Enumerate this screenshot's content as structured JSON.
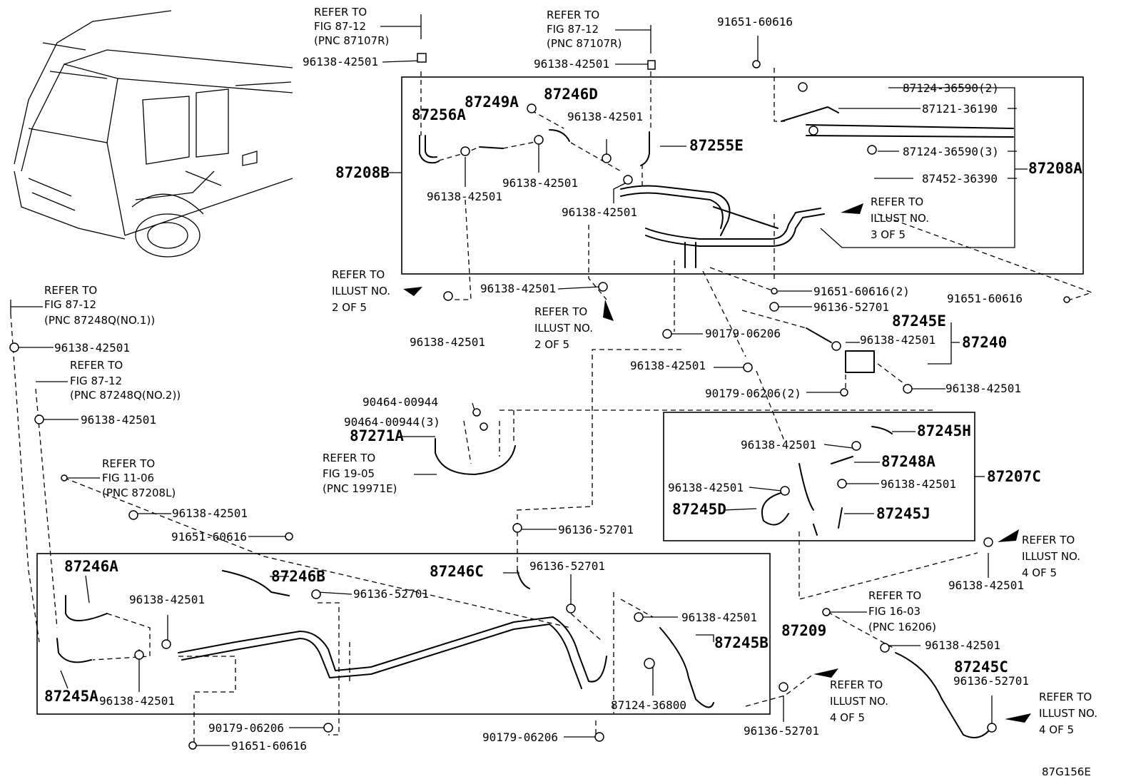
{
  "diagram": {
    "figure_code": "87G156E",
    "parts": [
      {
        "id": "refer-fig-87-12-a",
        "text": [
          "REFER TO",
          "FIG 87-12",
          "(PNC 87107R)"
        ]
      },
      {
        "id": "refer-fig-87-12-b",
        "text": [
          "REFER TO",
          "FIG 87-12",
          "(PNC 87107R)"
        ]
      },
      {
        "id": "refer-fig-87-12-c",
        "text": [
          "REFER TO",
          "FIG 87-12",
          "(PNC 87248Q(NO.1))"
        ]
      },
      {
        "id": "refer-fig-87-12-d",
        "text": [
          "REFER TO",
          "FIG 87-12",
          "(PNC 87248Q(NO.2))"
        ]
      },
      {
        "id": "refer-fig-11-06",
        "text": [
          "REFER TO",
          "FIG 11-06",
          "(PNC 87208L)"
        ]
      },
      {
        "id": "refer-fig-19-05",
        "text": [
          "REFER TO",
          "FIG 19-05",
          "(PNC 19971E)"
        ]
      },
      {
        "id": "refer-fig-16-03",
        "text": [
          "REFER TO",
          "FIG 16-03",
          "(PNC 16206)"
        ]
      },
      {
        "id": "refer-illust-3",
        "text": [
          "REFER TO",
          "ILLUST NO.",
          "3 OF 5"
        ]
      },
      {
        "id": "refer-illust-2a",
        "text": [
          "REFER TO",
          "ILLUST NO.",
          "2 OF 5"
        ]
      },
      {
        "id": "refer-illust-2b",
        "text": [
          "REFER TO",
          "ILLUST NO.",
          "2 OF 5"
        ]
      },
      {
        "id": "refer-illust-4a",
        "text": [
          "REFER TO",
          "ILLUST NO.",
          "4 OF 5"
        ]
      },
      {
        "id": "refer-illust-4b",
        "text": [
          "REFER TO",
          "ILLUST NO.",
          "4 OF 5"
        ]
      },
      {
        "id": "refer-illust-4c",
        "text": [
          "REFER TO",
          "ILLUST NO.",
          "4 OF 5"
        ]
      }
    ],
    "labels": {
      "p96138_1": "96138-42501",
      "p96138_2": "96138-42501",
      "p96138_3": "96138-42501",
      "p96138_4": "96138-42501",
      "p96138_5": "96138-42501",
      "p96138_6": "96138-42501",
      "p96138_7": "96138-42501",
      "p96138_8": "96138-42501",
      "p96138_9": "96138-42501",
      "p96138_10": "96138-42501",
      "p96138_11": "96138-42501",
      "p96138_12": "96138-42501",
      "p96138_13": "96138-42501",
      "p96138_14": "96138-42501",
      "p96138_15": "96138-42501",
      "p96138_16": "96138-42501",
      "p96138_17": "96138-42501",
      "p96138_18": "96138-42501",
      "p96138_19": "96138-42501",
      "p96138_20": "96138-42501",
      "p96138_21": "96138-42501",
      "p96138_22": "96138-42501",
      "p91651_1": "91651-60616",
      "p91651_2": "91651-60616(2)",
      "p91651_3": "91651-60616",
      "p91651_4": "91651-60616",
      "p91651_5": "91651-60616",
      "p96136_1": "96136-52701",
      "p96136_2": "96136-52701",
      "p96136_3": "96136-52701",
      "p96136_4": "96136-52701",
      "p96136_5": "96136-52701",
      "p96136_6": "96136-52701",
      "p90179_1": "90179-06206",
      "p90179_2": "90179-06206(2)",
      "p90179_3": "90179-06206",
      "p90179_4": "90179-06206",
      "p90464_1": "90464-00944",
      "p90464_2": "90464-00944(3)",
      "p87124_1": "87124-36590(2)",
      "p87124_2": "87124-36590(3)",
      "p87124_3": "87124-36800",
      "p87121": "87121-36190",
      "p87452": "87452-36390",
      "b87256A": "87256A",
      "b87249A": "87249A",
      "b87246D": "87246D",
      "b87255E": "87255E",
      "b87208B": "87208B",
      "b87208A": "87208A",
      "b87245E": "87245E",
      "b87240": "87240",
      "b87271A": "87271A",
      "b87245H": "87245H",
      "b87248A": "87248A",
      "b87207C": "87207C",
      "b87245D": "87245D",
      "b87245J": "87245J",
      "b87246A": "87246A",
      "b87246B": "87246B",
      "b87246C": "87246C",
      "b87209": "87209",
      "b87245B": "87245B",
      "b87245A": "87245A",
      "b87245C": "87245C"
    }
  }
}
